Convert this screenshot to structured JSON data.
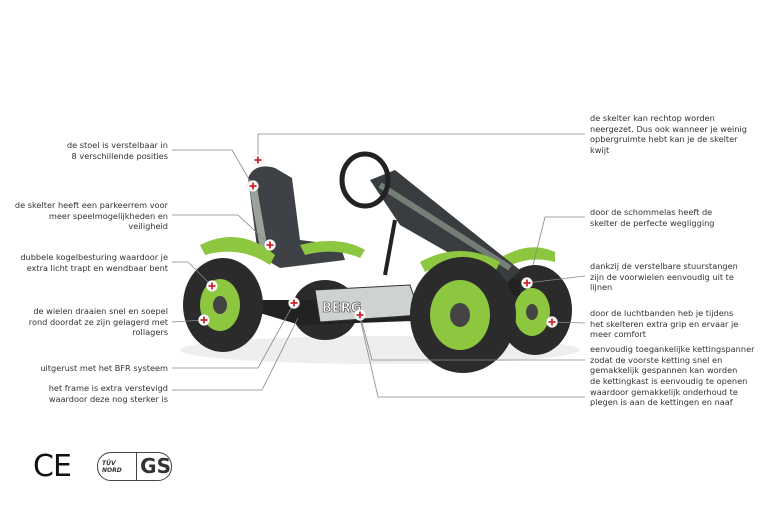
{
  "callouts_left": [
    {
      "text": "de stoel is verstelbaar in\n8 verschillende posities"
    },
    {
      "text": "de skelter heeft een parkeerrem voor\nmeer speelmogelijkheden en\nveiligheid"
    },
    {
      "text": "dubbele kogelbesturing waardoor je\nextra licht trapt en wendbaar bent"
    },
    {
      "text": "de wielen draaien snel en soepel\nrond doordat ze zijn gelagerd met\nrollagers"
    },
    {
      "text": "uitgerust met het BFR systeem"
    },
    {
      "text": "het frame is extra verstevigd\nwaardoor deze nog sterker is"
    }
  ],
  "callouts_right": [
    {
      "text": "de skelter kan rechtop worden\nneergezet. Dus ook wanneer je weinig\nopbergruimte hebt kan je de skelter\nkwijt"
    },
    {
      "text": "door de schommelas heeft de\nskelter de perfecte wegligging"
    },
    {
      "text": "dankzij de verstelbare stuurstangen\nzijn de voorwielen eenvoudig uit te\nlijnen"
    },
    {
      "text": "door de luchtbanden heb je tijdens\nhet skelteren extra grip en ervaar je\nmeer comfort"
    },
    {
      "text": "eenvoudig toegankelijke kettingspanner\nzodat de voorste ketting snel en\ngemakkelijk gespannen kan worden"
    },
    {
      "text": "de kettingkast is eenvoudig te openen\nwaardoor gemakkelijk onderhoud te\nplegen is aan de kettingen en naaf"
    }
  ],
  "product": {
    "brand_text": "BERG"
  },
  "certifications": {
    "ce": "CE",
    "tuv": "TÜV NORD",
    "gs": "GS"
  },
  "colors": {
    "kart_green": "#8dc63f",
    "tire": "#2b2b2b",
    "marker_red": "#d2232a",
    "line": "#888888"
  }
}
